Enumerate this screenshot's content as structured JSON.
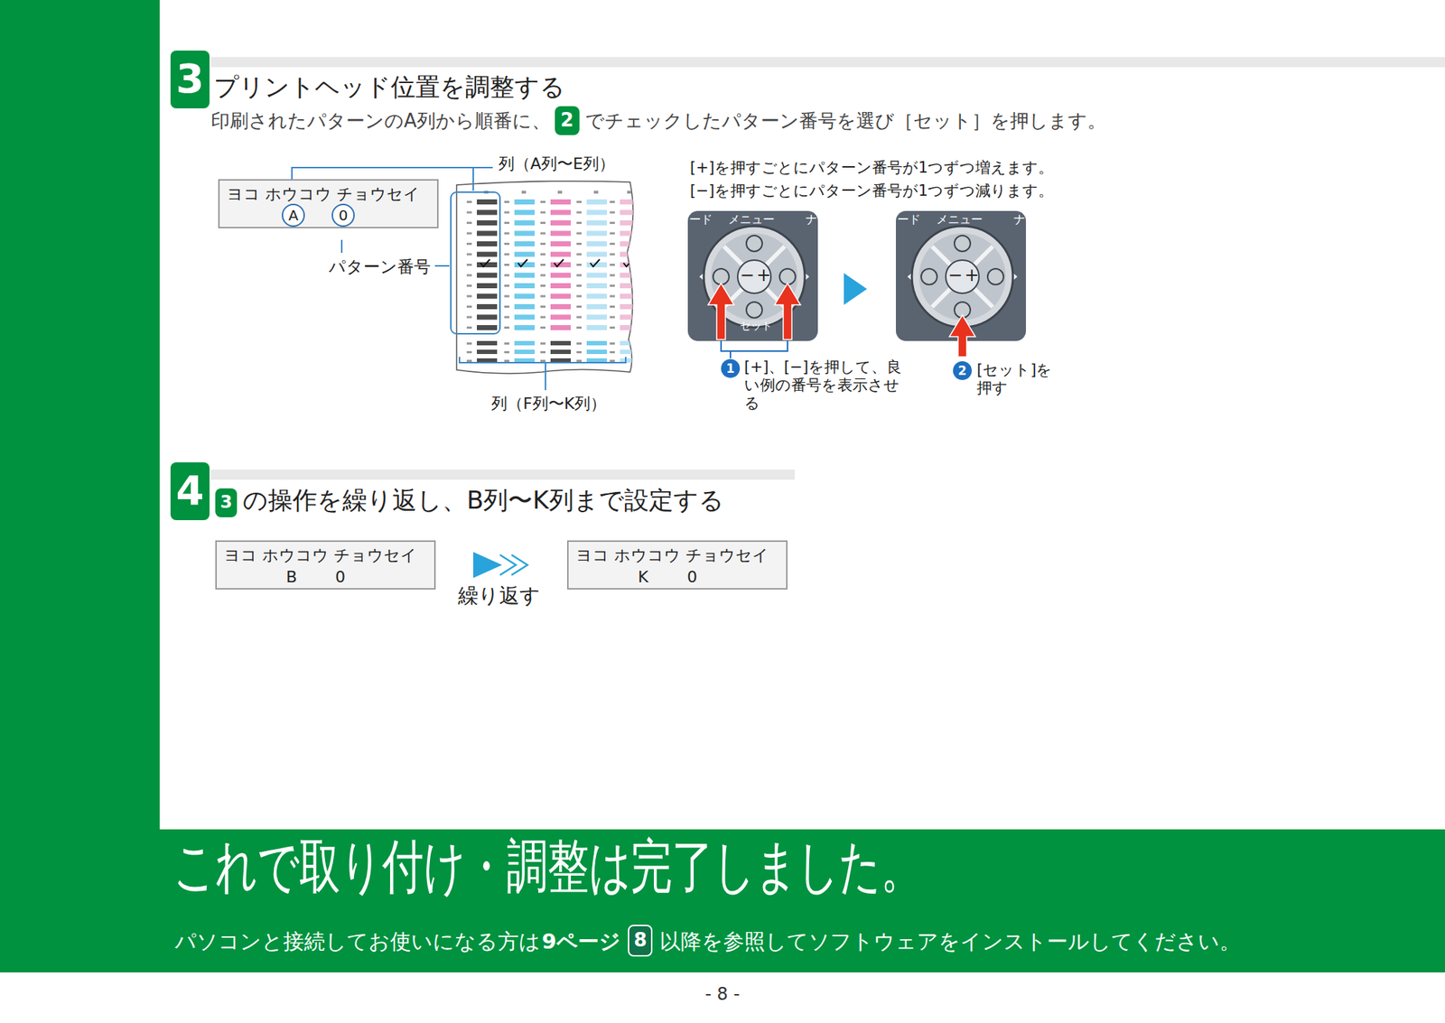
{
  "diagram": {
    "nodes": [
      {
        "text": [
          "3"
        ]
      },
      {
        "text": [
          "2"
        ]
      },
      {
        "text": [
          "ヨコ ホウコウ チョウセイ"
        ]
      },
      {
        "text": [
          "A"
        ],
        "in": 2
      },
      {
        "text": [
          "0"
        ],
        "in": 2
      },
      {
        "text": [
          "ード",
          "メニュー",
          "ナ",
          "−",
          "+",
          "セット"
        ]
      },
      {
        "text": [
          "1"
        ]
      },
      {
        "text": [
          "ード",
          "メニュー",
          "ナ",
          "−",
          "+"
        ]
      },
      {
        "text": [
          "2"
        ]
      },
      {
        "text": [
          "4"
        ]
      },
      {
        "text": [
          "3"
        ]
      },
      {
        "text": [
          "ヨコ ホウコウ チョウセイ",
          "B",
          "0"
        ]
      },
      {
        "text": [
          "ヨコ ホウコウ チョウセイ",
          "K",
          "0"
        ]
      },
      {
        "text": [
          "これで取り付け・調整は完了しました。",
          "パソコンと接続してお使いになる方は",
          "9ページ",
          "以降を参照してソフトウェアをインストールしてください。"
        ]
      },
      {
        "text": [
          "8"
        ],
        "in": 13
      }
    ],
    "labels": [
      "プリントヘッド位置を調整する",
      "印刷されたパターンのA列から順番に、",
      "でチェックしたパターン番号を選び［セット］を押します。",
      "列（A列〜E列）",
      "パターン番号",
      "列（F列〜K列）",
      "[+]を押すごとにパターン番号が1つずつ増えます。",
      "[−]を押すごとにパターン番号が1つずつ減ります。",
      "[+]、[−]を押して、良い例の番号を表示させる",
      "[セット]を押す",
      "の操作を繰り返し、B列〜K列まで設定する",
      "繰り返す",
      "- 8 -"
    ]
  }
}
